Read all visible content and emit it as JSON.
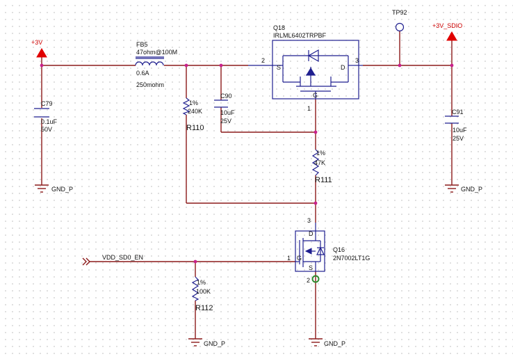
{
  "power": {
    "v3": "+3V",
    "v3_sdio": "+3V_SDIO"
  },
  "testpoint": {
    "name": "TP92"
  },
  "ferrite": {
    "ref": "FB5",
    "spec": "47ohm@100M",
    "current": "0.6A",
    "resistance": "250mohm"
  },
  "q18": {
    "ref": "Q18",
    "part": "IRLML6402TRPBF",
    "pin_in": "2",
    "pin_out": "3",
    "pin_gate": "1",
    "label_s": "S",
    "label_d": "D",
    "label_g": "G"
  },
  "q16": {
    "ref": "Q16",
    "part": "2N7002LT1G",
    "pin_d": "3",
    "pin_g": "1",
    "pin_s": "2",
    "label_d": "D",
    "label_g": "G",
    "label_s": "S"
  },
  "c79": {
    "ref": "C79",
    "value": "0.1uF",
    "voltage": "50V"
  },
  "c90": {
    "ref": "C90",
    "value": "10uF",
    "voltage": "25V"
  },
  "c91": {
    "ref": "C91",
    "value": "10uF",
    "voltage": "25V"
  },
  "r110": {
    "ref": "R110",
    "tol": "1%",
    "value": "240K"
  },
  "r111": {
    "ref": "R111",
    "tol": "1%",
    "value": "47K"
  },
  "r112": {
    "ref": "R112",
    "tol": "1%",
    "value": "100K"
  },
  "net": {
    "enable": "VDD_SD0_EN"
  },
  "grounds": [
    "GND_P",
    "GND_P",
    "GND_P",
    "GND_P"
  ]
}
